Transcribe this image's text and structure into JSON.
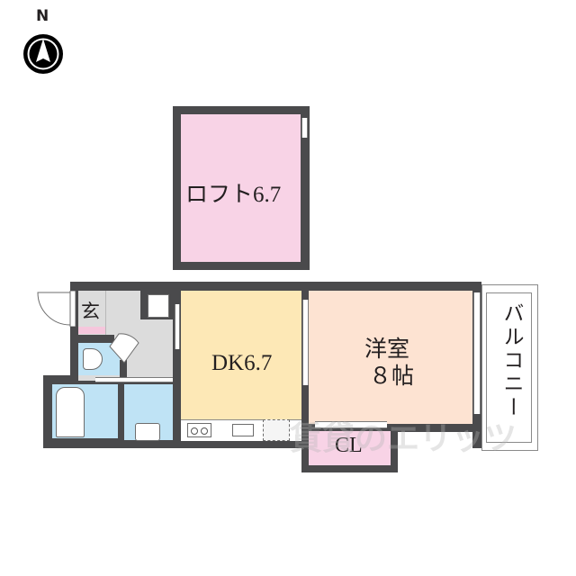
{
  "compass": {
    "label": "N",
    "icon": "north-arrow-icon"
  },
  "rooms": {
    "loft": {
      "label": "ロフト6.7",
      "color": "#f8d3e6"
    },
    "entrance": {
      "label": "玄",
      "color": "#dcdcdc"
    },
    "dk": {
      "label": "DK6.7",
      "color": "#fde8b6"
    },
    "western_room": {
      "label_line1": "洋室",
      "label_line2": "８帖",
      "color": "#fde3d2"
    },
    "closet": {
      "label": "CL",
      "color": "#f8d3e6"
    },
    "balcony": {
      "label": "バルコニー",
      "color": "#ffffff"
    },
    "hall": {
      "color": "#dcdcdc"
    },
    "toilet": {
      "color": "#bfe3f5"
    },
    "bath": {
      "color": "#bfe3f5"
    },
    "washroom": {
      "color": "#bfe3f5"
    }
  },
  "colors": {
    "wall": "#4a4a4c",
    "entrance_mat": "#f5c6dc"
  },
  "watermark": {
    "text": "賃貸のエリッツ"
  }
}
